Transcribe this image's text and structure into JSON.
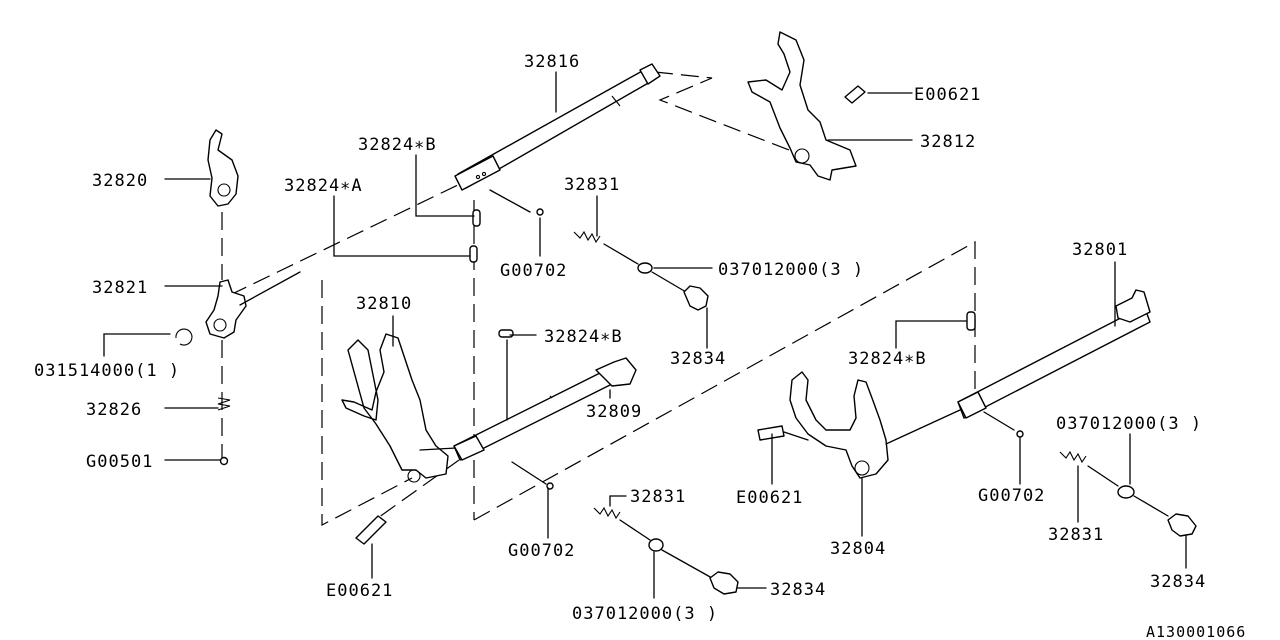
{
  "labels": {
    "p32816": "32816",
    "p32812": "32812",
    "e00621_top": "E00621",
    "p32824b_top": "32824∗B",
    "p32824a": "32824∗A",
    "p32820": "32820",
    "p32821": "32821",
    "p031514000": "031514000(1 )",
    "p32826": "32826",
    "g00501": "G00501",
    "p32831_top": "32831",
    "g00702_top": "G00702",
    "p037012000_top": "037012000(3 )",
    "p32834_top": "32834",
    "p32810": "32810",
    "p32824b_mid": "32824∗B",
    "p32809": "32809",
    "p32801": "32801",
    "p32824b_right": "32824∗B",
    "p037012000_right": "037012000(3 )",
    "e00621_right": "E00621",
    "g00702_right": "G00702",
    "p32831_right": "32831",
    "p32804": "32804",
    "p32834_right": "32834",
    "p32831_bottom": "32831",
    "g00702_bottom": "G00702",
    "e00621_bottom": "E00621",
    "p32834_bottom": "32834",
    "p037012000_bottom": "037012000(3 )",
    "figure_number": "A130001066"
  }
}
